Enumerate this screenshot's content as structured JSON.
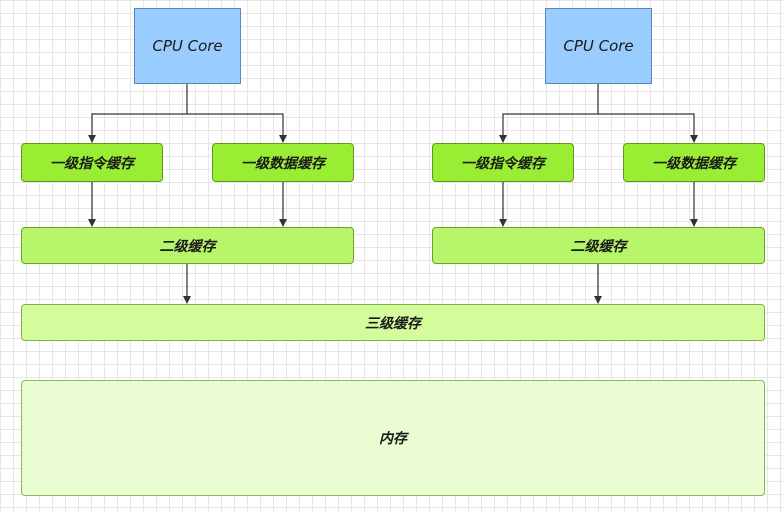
{
  "cores": [
    {
      "core_label": "CPU Core",
      "l1_instruction": "一级指令缓存",
      "l1_data": "一级数据缓存",
      "l2": "二级缓存"
    },
    {
      "core_label": "CPU Core",
      "l1_instruction": "一级指令缓存",
      "l1_data": "一级数据缓存",
      "l2": "二级缓存"
    }
  ],
  "l3": "三级缓存",
  "memory": "内存",
  "colors": {
    "cpu": "#99ccff",
    "l1": "#99ee33",
    "l2": "#b7f56b",
    "l3": "#d4fb9c",
    "memory": "#eafcd2",
    "edge": "#333333"
  }
}
